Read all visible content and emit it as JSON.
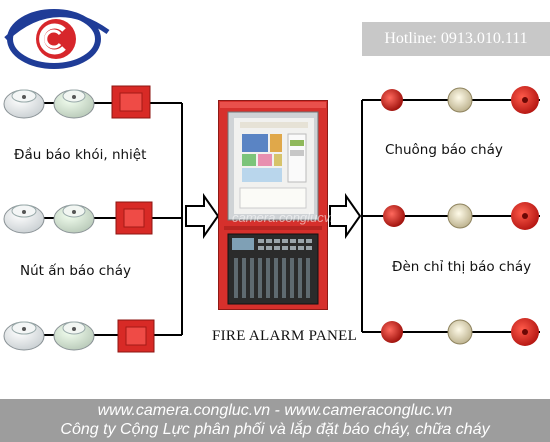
{
  "header": {
    "hotline": "Hotline: 0913.010.111"
  },
  "inputs": {
    "smoke_heat_label": "Đầu báo khói, nhiệt",
    "manual_call_label": "Nút ấn báo cháy"
  },
  "panel": {
    "label": "FIRE ALARM PANEL",
    "watermark": "camera.conglucvn"
  },
  "outputs": {
    "bell_label": "Chuông báo cháy",
    "indicator_label": "Đèn chỉ thị báo cháy"
  },
  "footer": {
    "line1": "www.camera.congluc.vn - www.cameracongluc.vn",
    "line2": "Công ty Cộng Lực phân phối và lắp đặt báo cháy, chữa cháy"
  },
  "colors": {
    "logo_blue": "#1f3c97",
    "logo_red": "#d7262b",
    "panel_red": "#d6302c",
    "footer_gray": "#9d9d9d",
    "hotline_gray": "#c8c8c8"
  }
}
